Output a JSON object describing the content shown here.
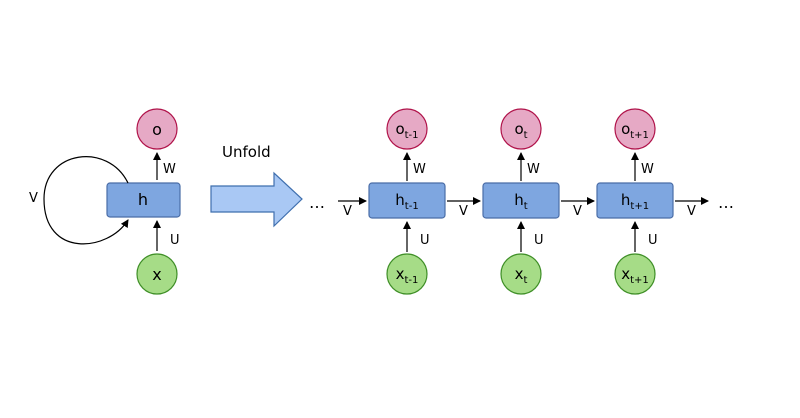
{
  "colors": {
    "hidden_fill": "#7ea6e0",
    "hidden_stroke": "#4a6da7",
    "output_fill": "#e6a9c5",
    "output_stroke": "#b0134a",
    "input_fill": "#a6dc87",
    "input_stroke": "#3f8f27",
    "arrow_fill": "#a9c8f4",
    "arrow_stroke": "#3f6fae"
  },
  "folded": {
    "hidden_label": "h",
    "output_label": "o",
    "input_label": "x",
    "recurrent_weight_label": "V",
    "output_weight_label": "W",
    "input_weight_label": "U"
  },
  "transition": {
    "label": "Unfold",
    "leading_ellipsis": "…",
    "trailing_ellipsis": "…"
  },
  "unfolded": {
    "recurrent_weight_label": "V",
    "output_weight_label": "W",
    "input_weight_label": "U",
    "steps": [
      {
        "hidden": "h",
        "output": "o",
        "input": "x",
        "subscript": "t-1"
      },
      {
        "hidden": "h",
        "output": "o",
        "input": "x",
        "subscript": "t"
      },
      {
        "hidden": "h",
        "output": "o",
        "input": "x",
        "subscript": "t+1"
      }
    ]
  }
}
